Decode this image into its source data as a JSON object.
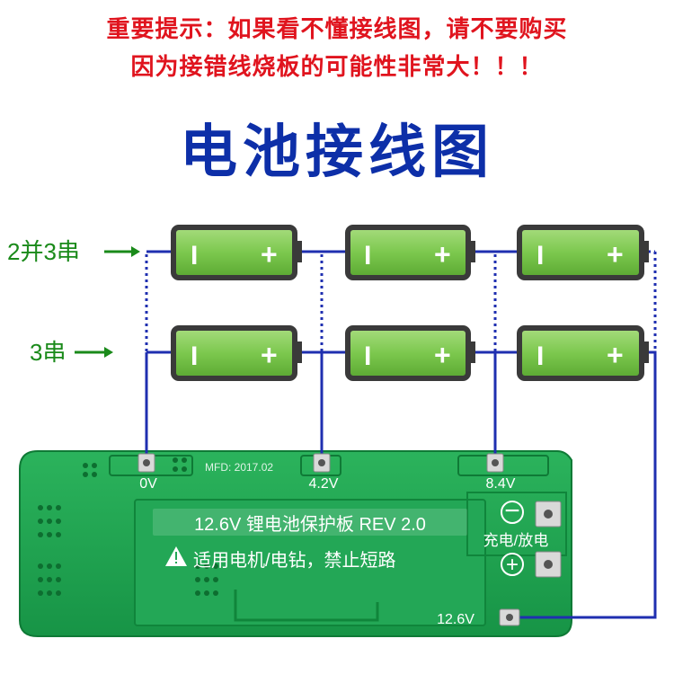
{
  "warning": {
    "line1": "重要提示：如果看不懂接线图，请不要购买",
    "line2": "因为接错线烧板的可能性非常大！！！"
  },
  "title": "电池接线图",
  "row_labels": {
    "top": "2并3串",
    "bottom": "3串"
  },
  "battery": {
    "minus": "I",
    "plus": "+"
  },
  "terminals": {
    "t0": "0V",
    "t1": "4.2V",
    "t2": "8.4V",
    "t3": "12.6V"
  },
  "board": {
    "mfd": "MFD: 2017.02",
    "label": "12.6V 锂电池保护板 REV 2.0",
    "warning": "适用电机/电钻，禁止短路",
    "charge_discharge": "充电/放电",
    "minus": "−",
    "plus": "+"
  },
  "colors": {
    "warning_red": "#e0141e",
    "title_blue": "#0d2fa8",
    "wire_blue": "#1f2fb0",
    "label_green": "#1a8a1a",
    "battery_green": "#7cc84e",
    "pcb_green": "#1fa14f"
  }
}
